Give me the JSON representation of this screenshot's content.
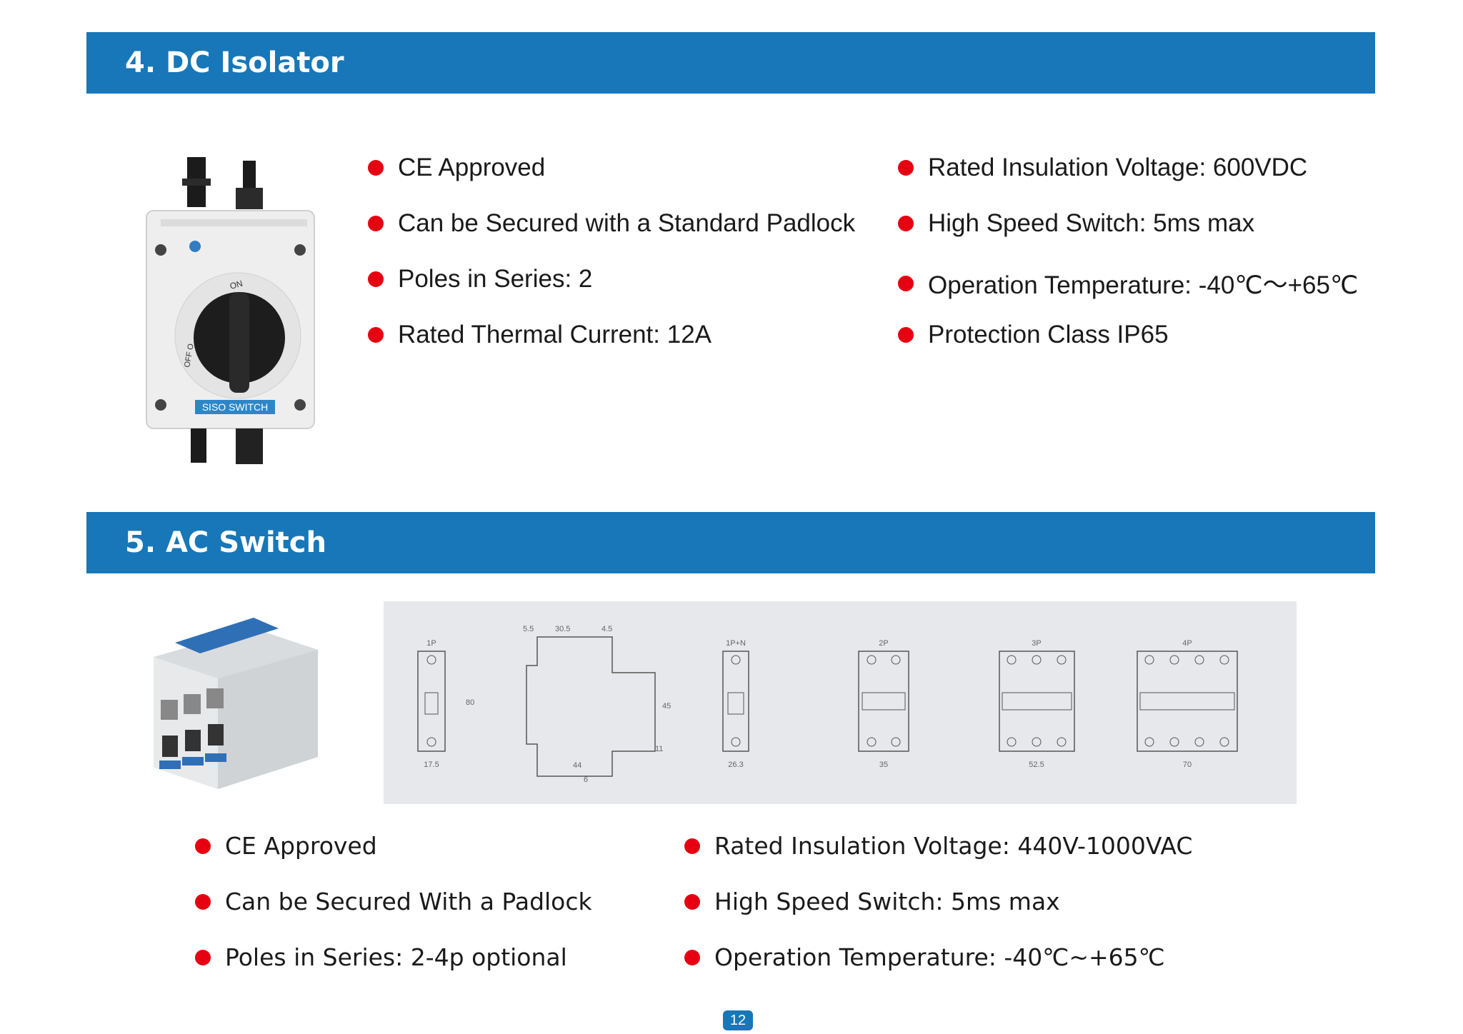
{
  "sections": {
    "dc_isolator": {
      "title": "4. DC Isolator",
      "features_left": [
        "CE Approved",
        "Can be Secured with a Standard Padlock",
        "Poles in Series: 2",
        "Rated Thermal Current: 12A"
      ],
      "features_right": [
        "Rated Insulation Voltage: 600VDC",
        "High Speed Switch: 5ms max",
        "Operation Temperature: -40℃～+65℃",
        "Protection Class IP65"
      ],
      "product_label": "SISO SWITCH",
      "switch_on_label": "ON",
      "switch_off_label": "OFF O"
    },
    "ac_switch": {
      "title": "5. AC Switch",
      "features_left": [
        "CE Approved",
        "Can be Secured With a Padlock",
        "Poles in Series: 2-4p optional"
      ],
      "features_right": [
        "Rated Insulation Voltage: 440V-1000VAC",
        "High Speed Switch: 5ms max",
        "Operation Temperature: -40℃~+65℃"
      ],
      "drawing": {
        "labels": [
          "1P",
          "1P+N",
          "2P",
          "3P",
          "4P"
        ],
        "widths": [
          "17.5",
          "26.3",
          "35",
          "52.5",
          "70"
        ],
        "side_dims": [
          "5.5",
          "30.5",
          "4.5",
          "44",
          "6",
          "45",
          "11"
        ],
        "height": "80"
      }
    }
  },
  "page_number": "12",
  "colors": {
    "header_blue": "#1777b9",
    "bullet_red": "#e60012"
  }
}
